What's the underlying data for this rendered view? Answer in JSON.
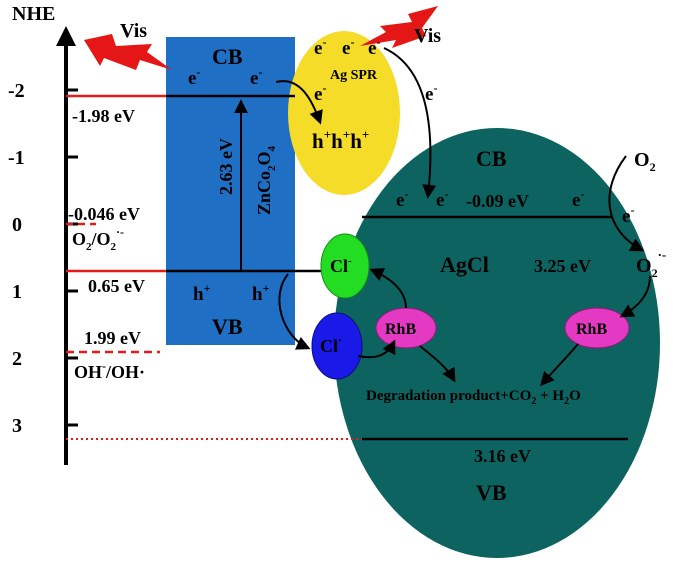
{
  "axis": {
    "title": "NHE",
    "ticks": [
      "-2",
      "-1",
      "0",
      "1",
      "2",
      "3"
    ]
  },
  "levels": {
    "zn_cb": "-1.98 eV",
    "o2_potential": "-0.046 eV",
    "o2_label_base": "O",
    "o2_label_sub": "2",
    "o2_label_mid": "/O",
    "o2_label_sub2": "2",
    "o2_label_sup": "·-",
    "zn_vb": "0.65 eV",
    "oh_potential": "1.99 eV",
    "oh_label": "OH",
    "oh_label_sup": "-",
    "oh_label_rest": "/OH·"
  },
  "light": {
    "left": "Vis",
    "right": "Vis"
  },
  "zn": {
    "cb": "CB",
    "vb": "VB",
    "gap": "2.63 eV",
    "name_base": "ZnCo",
    "name_sub1": "2",
    "name_mid": "O",
    "name_sub2": "4",
    "electron": "e",
    "electron_sup": "-",
    "hole": "h",
    "hole_sup": "+"
  },
  "ag": {
    "label": "Ag SPR",
    "electron": "e",
    "electron_sup": "-",
    "hole": "h",
    "hole_sup": "+"
  },
  "agcl": {
    "cb": "CB",
    "vb": "VB",
    "name": "AgCl",
    "gap": "3.25 eV",
    "cb_level": "-0.09 eV",
    "vb_level": "3.16 eV",
    "electron": "e",
    "electron_sup": "-"
  },
  "chem": {
    "o2": "O",
    "o2_sub": "2",
    "o2_radical": "O",
    "o2_radical_sub": "2",
    "o2_radical_sup": "·-",
    "cl_minus": "Cl",
    "cl_minus_sup": "-",
    "cl_radical": "Cl",
    "cl_radical_sup": "·",
    "rhb": "RhB",
    "product_part1": "Degradation product+CO",
    "product_sub1": "2",
    "product_part2": " + H",
    "product_sub2": "2",
    "product_part3": "O"
  },
  "colors": {
    "zn_box": "#1f6fc5",
    "ag_ellipse": "#f5dc28",
    "agcl_ellipse": "#0d6360",
    "cl_green": "#22dd22",
    "cl_blue": "#1a1ae8",
    "rhb_pink": "#e43ac3",
    "level_red": "#e31b1b",
    "lightning": "#e51616"
  }
}
